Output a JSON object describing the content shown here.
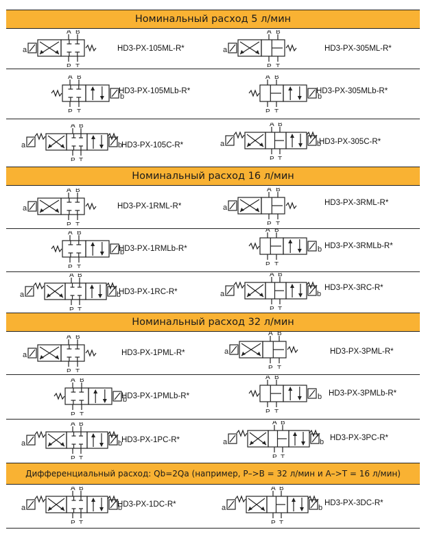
{
  "sections": [
    {
      "header": "Номинальный расход 5 л/мин",
      "rows": [
        {
          "left": {
            "code": "HD3-PX-105ML-R*",
            "sym": "ml2"
          },
          "right": {
            "code": "HD3-PX-305ML-R*",
            "sym": "ml3"
          }
        },
        {
          "left": {
            "code": "HD3-PX-105MLb-R*",
            "sym": "mlb1"
          },
          "right": {
            "code": "HD3-PX-305MLb-R*",
            "sym": "mlb3"
          }
        },
        {
          "left": {
            "code": "HD3-PX-105C-R*",
            "sym": "c1"
          },
          "right": {
            "code": "HD3-PX-305C-R*",
            "sym": "c3"
          }
        }
      ]
    },
    {
      "header": "Номинальный расход 16 л/мин",
      "rows": [
        {
          "left": {
            "code": "HD3-PX-1RML-R*",
            "sym": "ml2"
          },
          "right": {
            "code": "HD3-PX-3RML-R*",
            "sym": "ml3"
          }
        },
        {
          "left": {
            "code": "HD3-PX-1RMLb-R*",
            "sym": "mlb1"
          },
          "right": {
            "code": "HD3-PX-3RMLb-R*",
            "sym": "mlb3"
          }
        },
        {
          "left": {
            "code": "HD3-PX-1RC-R*",
            "sym": "c1"
          },
          "right": {
            "code": "HD3-PX-3RC-R*",
            "sym": "c3"
          }
        }
      ]
    },
    {
      "header": "Номинальный расход 32 л/мин",
      "rows": [
        {
          "left": {
            "code": "HD3-PX-1PML-R*",
            "sym": "ml2"
          },
          "right": {
            "code": "HD3-PX-3PML-R*",
            "sym": "ml3"
          }
        },
        {
          "left": {
            "code": "HD3-PX-1PMLb-R*",
            "sym": "mlb1"
          },
          "right": {
            "code": "HD3-PX-3PMLb-R*",
            "sym": "mlb3"
          }
        },
        {
          "left": {
            "code": "HD3-PX-1PC-R*",
            "sym": "c1"
          },
          "right": {
            "code": "HD3-PX-3PC-R*",
            "sym": "c3"
          }
        }
      ]
    },
    {
      "header": "Дифференциальный расход: Qb=2Qa (например, P–>B = 32 л/мин и A–>T = 16 л/мин)",
      "rows": [
        {
          "left": {
            "code": "HD3-PX-1DC-R*",
            "sym": "c1"
          },
          "right": {
            "code": "HD3-PX-3DC-R*",
            "sym": "c3"
          }
        }
      ]
    }
  ],
  "symbol_labels": {
    "a": "a",
    "b": "b",
    "A": "A",
    "B": "B",
    "P": "P",
    "T": "T"
  }
}
